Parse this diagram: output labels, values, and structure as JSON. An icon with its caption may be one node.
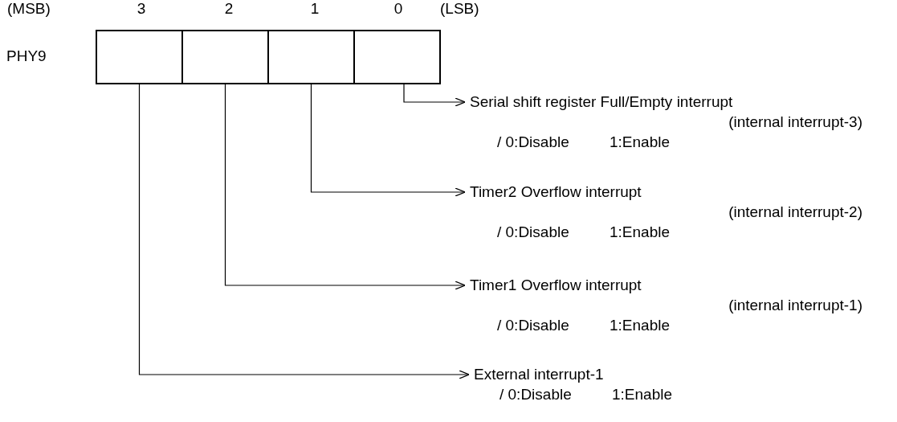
{
  "diagram": {
    "nodes": [
      {
        "text": [],
        "shape": "box"
      },
      {
        "text": [],
        "shape": "box"
      },
      {
        "text": [],
        "shape": "box"
      },
      {
        "text": [],
        "shape": "box"
      },
      {
        "text": [
          "Serial shift register Full/Empty interrupt",
          "(internal interrupt-3)",
          "/ 0:Disable",
          "1:Enable"
        ]
      },
      {
        "text": [
          "Timer2 Overflow interrupt",
          "(internal interrupt-2)",
          "/ 0:Disable",
          "1:Enable"
        ]
      },
      {
        "text": [
          "Timer1 Overflow interrupt",
          "(internal interrupt-1)",
          "/ 0:Disable",
          "1:Enable"
        ]
      },
      {
        "text": [
          "External interrupt-1",
          "/ 0:Disable",
          "1:Enable"
        ]
      }
    ],
    "edges": [
      {
        "from": 3,
        "to": 4,
        "arrow": "to"
      },
      {
        "from": 2,
        "to": 5,
        "arrow": "to"
      },
      {
        "from": 1,
        "to": 6,
        "arrow": "to"
      },
      {
        "from": 0,
        "to": 7,
        "arrow": "to"
      }
    ],
    "labels": [
      "(MSB)",
      "3",
      "2",
      "1",
      "0",
      "(LSB)",
      "PHY9"
    ]
  }
}
